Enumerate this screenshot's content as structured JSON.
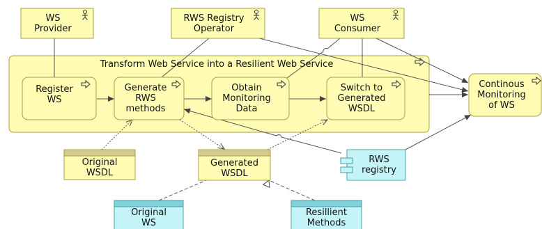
{
  "colors": {
    "business": "#fffcb4",
    "business_border": "#a8a040",
    "artifact_header": "#d4cc8c",
    "application": "#c4f4f8",
    "application_border": "#4aa0a8",
    "application_header": "#80d0d8",
    "line": "#555555"
  },
  "actors": {
    "ws_provider": "WS\nProvider",
    "rws_registry_operator": "RWS Registry\nOperator",
    "ws_consumer": "WS\nConsumer"
  },
  "main_process": {
    "title": "Transform Web Service into a Resilient Web Service",
    "steps": {
      "register": "Register\nWS",
      "generate": "Generate\nRWS\nmethods",
      "obtain": "Obtain\nMonitoring\nData",
      "switch": "Switch to\nGenerated\nWSDL"
    }
  },
  "continuous_monitoring": "Continous\nMonitoring\nof WS",
  "artifacts": {
    "original_wsdl": "Original\nWSDL",
    "generated_wsdl": "Generated\nWSDL"
  },
  "components": {
    "rws_registry": "RWS\nregistry"
  },
  "app_objects": {
    "original_ws": "Original\nWS",
    "resilient_methods": "Resillient\nMethods"
  },
  "icons": {
    "actor": "actor-icon",
    "process": "process-arrow-icon",
    "component": "component-icon"
  }
}
